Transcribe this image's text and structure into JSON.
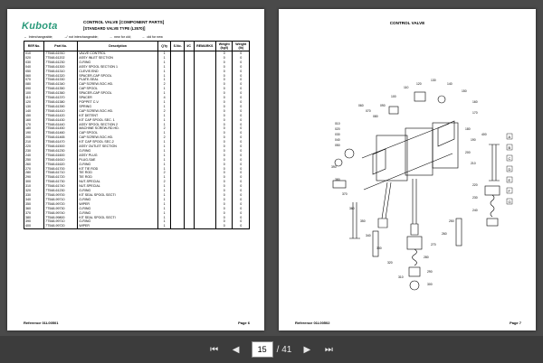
{
  "left_page": {
    "logo": "Kubota",
    "title": "CONTROL VALVE  [COMPONENT PARTS]",
    "subtitle": "[STANDARD VALVE TYPE (L3570)]",
    "legend": [
      "Interchangeable;",
      "not interchangeable;",
      "new for old;",
      "old for new"
    ],
    "columns": [
      "REF.No.",
      "Part No.",
      "Description",
      "Q'ty",
      "S.No.",
      "I/C",
      "REMARKS",
      "Weight (kg/l)",
      "Weight (lb)"
    ],
    "rows": [
      [
        "010",
        "7T548-61910",
        "VALVE CONTROL",
        "1",
        "",
        "",
        "",
        "0",
        "0"
      ],
      [
        "020",
        "7T548-61202",
        "ASSY INLET SECTION",
        "1",
        "",
        "",
        "",
        "0",
        "0"
      ],
      [
        "030",
        "7T548-61230",
        "O-RING",
        "1",
        "",
        "",
        "",
        "0",
        "0"
      ],
      [
        "040",
        "7T548-61300",
        "ASSY SPOOL SECTION 1",
        "1",
        "",
        "",
        "",
        "0",
        "0"
      ],
      [
        "050",
        "7T548-61310",
        "CLEVIS END",
        "1",
        "",
        "",
        "",
        "0",
        "0"
      ],
      [
        "060",
        "7T548-61320",
        "SPACER-CAP SPOOL",
        "1",
        "",
        "",
        "",
        "0",
        "0"
      ],
      [
        "070",
        "7T548-61330",
        "PLATE-SEAL",
        "1",
        "",
        "",
        "",
        "0",
        "0"
      ],
      [
        "080",
        "7T548-61340",
        "CAP SCREW-SOC.HD.",
        "2",
        "",
        "",
        "",
        "0",
        "0"
      ],
      [
        "090",
        "7T548-61350",
        "CAP SPOOL",
        "1",
        "",
        "",
        "",
        "0",
        "0"
      ],
      [
        "100",
        "7T548-61360",
        "SPACER-CAP SPOOL",
        "1",
        "",
        "",
        "",
        "0",
        "0"
      ],
      [
        "110",
        "7T548-61370",
        "SPACER",
        "4",
        "",
        "",
        "",
        "0",
        "0"
      ],
      [
        "120",
        "7T548-61380",
        "POPPET C.V.",
        "1",
        "",
        "",
        "",
        "0",
        "0"
      ],
      [
        "130",
        "7T548-61390",
        "SPRING",
        "1",
        "",
        "",
        "",
        "0",
        "0"
      ],
      [
        "140",
        "7T548-61410",
        "CAP SCREW-SOC.HD.",
        "2",
        "",
        "",
        "",
        "0",
        "0"
      ],
      [
        "150",
        "7T548-61420",
        "KIT DETENT",
        "1",
        "",
        "",
        "",
        "0",
        "0"
      ],
      [
        "160",
        "7T548-61430",
        "KIT CAP SPOOL SEC. 1",
        "1",
        "",
        "",
        "",
        "0",
        "0"
      ],
      [
        "170",
        "7T548-61440",
        "ASSY SPOOL SECTION 2",
        "1",
        "",
        "",
        "",
        "0",
        "0"
      ],
      [
        "180",
        "7T548-61450",
        "MACHINE SCREW-RD.HD.",
        "2",
        "",
        "",
        "",
        "0",
        "0"
      ],
      [
        "190",
        "7T548-61460",
        "CAP SPOOL",
        "1",
        "",
        "",
        "",
        "0",
        "0"
      ],
      [
        "200",
        "7T548-61465",
        "CAP SCREW-SOC.HD.",
        "2",
        "",
        "",
        "",
        "0",
        "0"
      ],
      [
        "210",
        "7T548-61470",
        "KIT CAP SPOOL SEC.2",
        "1",
        "",
        "",
        "",
        "0",
        "0"
      ],
      [
        "220",
        "7T548-61500",
        "ASSY OUTLET SECTION",
        "1",
        "",
        "",
        "",
        "0",
        "0"
      ],
      [
        "230",
        "7T548-61230",
        "O-RING",
        "1",
        "",
        "",
        "",
        "0",
        "0"
      ],
      [
        "240",
        "7T548-61600",
        "ASSY PLUG",
        "1",
        "",
        "",
        "",
        "0",
        "0"
      ],
      [
        "250",
        "7T548-61610",
        "PLUG-SAE",
        "1",
        "",
        "",
        "",
        "0",
        "0"
      ],
      [
        "260",
        "7T548-61620",
        "O-RING",
        "1",
        "",
        "",
        "",
        "0",
        "0"
      ],
      [
        "270",
        "7T548-61700",
        "KIT TIE ROD",
        "1",
        "",
        "",
        "",
        "0",
        "0"
      ],
      [
        "280",
        "7T548-61710",
        "TIE ROD",
        "2",
        "",
        "",
        "",
        "0",
        "0"
      ],
      [
        "290",
        "7T548-61720",
        "TIE ROD",
        "1",
        "",
        "",
        "",
        "0",
        "0"
      ],
      [
        "300",
        "7T548-61730",
        "NUT-SPECIAL",
        "2",
        "",
        "",
        "",
        "0",
        "0"
      ],
      [
        "310",
        "7T548-61740",
        "NUT-SPECIAL",
        "1",
        "",
        "",
        "",
        "0",
        "0"
      ],
      [
        "320",
        "7T548-61230",
        "O-RING",
        "1",
        "",
        "",
        "",
        "0",
        "0"
      ],
      [
        "330",
        "7T548-99700",
        "KIT SEAL SPOOL SECTI",
        "1",
        "",
        "",
        "",
        "0",
        "0"
      ],
      [
        "340",
        "7T548-99710",
        "O-RING",
        "1",
        "",
        "",
        "",
        "0",
        "0"
      ],
      [
        "350",
        "7T548-99720",
        "WIPER",
        "1",
        "",
        "",
        "",
        "0",
        "0"
      ],
      [
        "360",
        "7T548-99730",
        "O-RING",
        "1",
        "",
        "",
        "",
        "0",
        "0"
      ],
      [
        "370",
        "7T548-99740",
        "O-RING",
        "1",
        "",
        "",
        "",
        "0",
        "0"
      ],
      [
        "380",
        "7T548-99800",
        "KIT SEAL SPOOL SECTI",
        "1",
        "",
        "",
        "",
        "0",
        "0"
      ],
      [
        "390",
        "7T548-99710",
        "O-RING",
        "1",
        "",
        "",
        "",
        "0",
        "0"
      ],
      [
        "400",
        "7T548-99720",
        "WIPER",
        "1",
        "",
        "",
        "",
        "0",
        "0"
      ]
    ],
    "footer_ref": "Reference 01L00501",
    "footer_page": "Page 6"
  },
  "right_page": {
    "title": "CONTROL VALVE",
    "callouts": [
      "010",
      "020",
      "030",
      "040",
      "050",
      "060",
      "070",
      "080",
      "090",
      "100",
      "110",
      "120",
      "130",
      "140",
      "150",
      "160",
      "170",
      "180",
      "190",
      "200",
      "210",
      "220",
      "230",
      "240",
      "250",
      "260",
      "270",
      "280",
      "290",
      "300",
      "310",
      "320",
      "330",
      "340",
      "350",
      "360",
      "370",
      "380",
      "390",
      "400"
    ],
    "side_labels": [
      "A",
      "B",
      "C",
      "D",
      "E",
      "F",
      "G"
    ],
    "footer_ref": "Reference 01L00502",
    "footer_page": "Page 7"
  },
  "toolbar": {
    "current_page": "15",
    "total_pages": "/ 41"
  },
  "colors": {
    "logo": "#2a9a7a",
    "background": "#4a4a4a",
    "toolbar": "#3c3c3c"
  }
}
